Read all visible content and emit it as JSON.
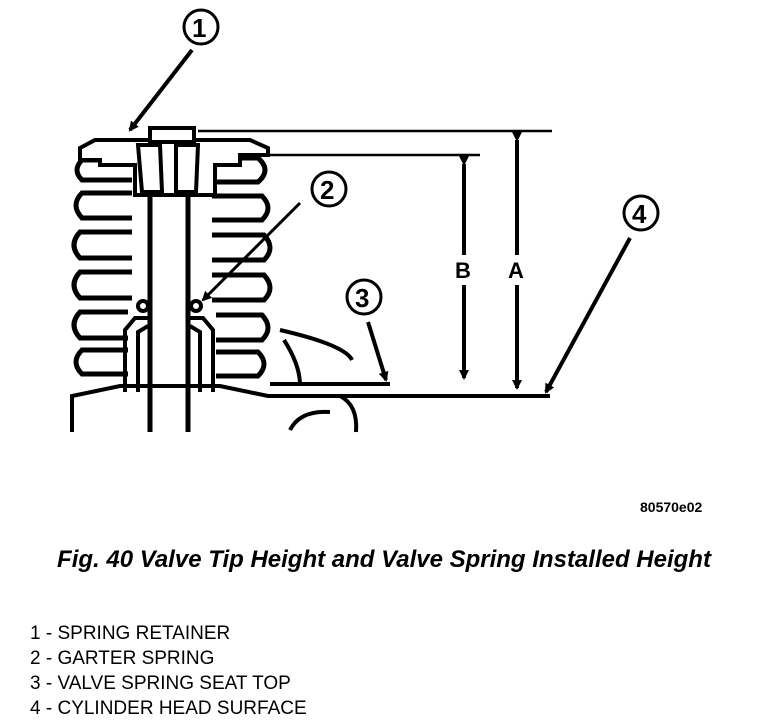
{
  "figure": {
    "code": "80570e02",
    "caption": "Fig. 40 Valve Tip Height and Valve Spring Installed Height"
  },
  "callouts": [
    "1",
    "2",
    "3",
    "4"
  ],
  "dimensions": [
    "A",
    "B"
  ],
  "legend": [
    {
      "num": "1",
      "label": "SPRING RETAINER"
    },
    {
      "num": "2",
      "label": "GARTER SPRING"
    },
    {
      "num": "3",
      "label": "VALVE SPRING SEAT TOP"
    },
    {
      "num": "4",
      "label": "CYLINDER HEAD SURFACE"
    }
  ]
}
